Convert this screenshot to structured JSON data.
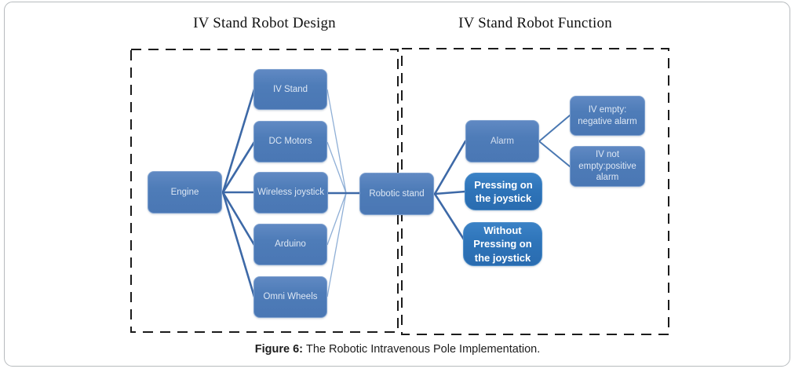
{
  "figure": {
    "caption_label": "Figure 6:",
    "caption_text": "The Robotic Intravenous Pole Implementation."
  },
  "design": {
    "title": "IV Stand Robot Design",
    "root_label": "Engine",
    "components": [
      "IV Stand",
      "DC Motors",
      "Wireless joystick",
      "Arduino",
      "Omni Wheels"
    ],
    "result_label": "Robotic stand"
  },
  "function": {
    "title": "IV Stand Robot Function",
    "branches": [
      "Alarm",
      "Pressing on the joystick",
      "Without Pressing on the joystick"
    ],
    "alarm_outcomes": [
      "IV empty: negative alarm",
      "IV not empty:positive alarm"
    ]
  },
  "colors": {
    "node_fill": "#4e7cb8",
    "node_fill_emphasis": "#2e74b9",
    "connector_dark": "#3d69a7",
    "connector_light": "#8fafd6",
    "dashed_border": "#1b1b1b",
    "outer_border": "#b7bbbe"
  }
}
